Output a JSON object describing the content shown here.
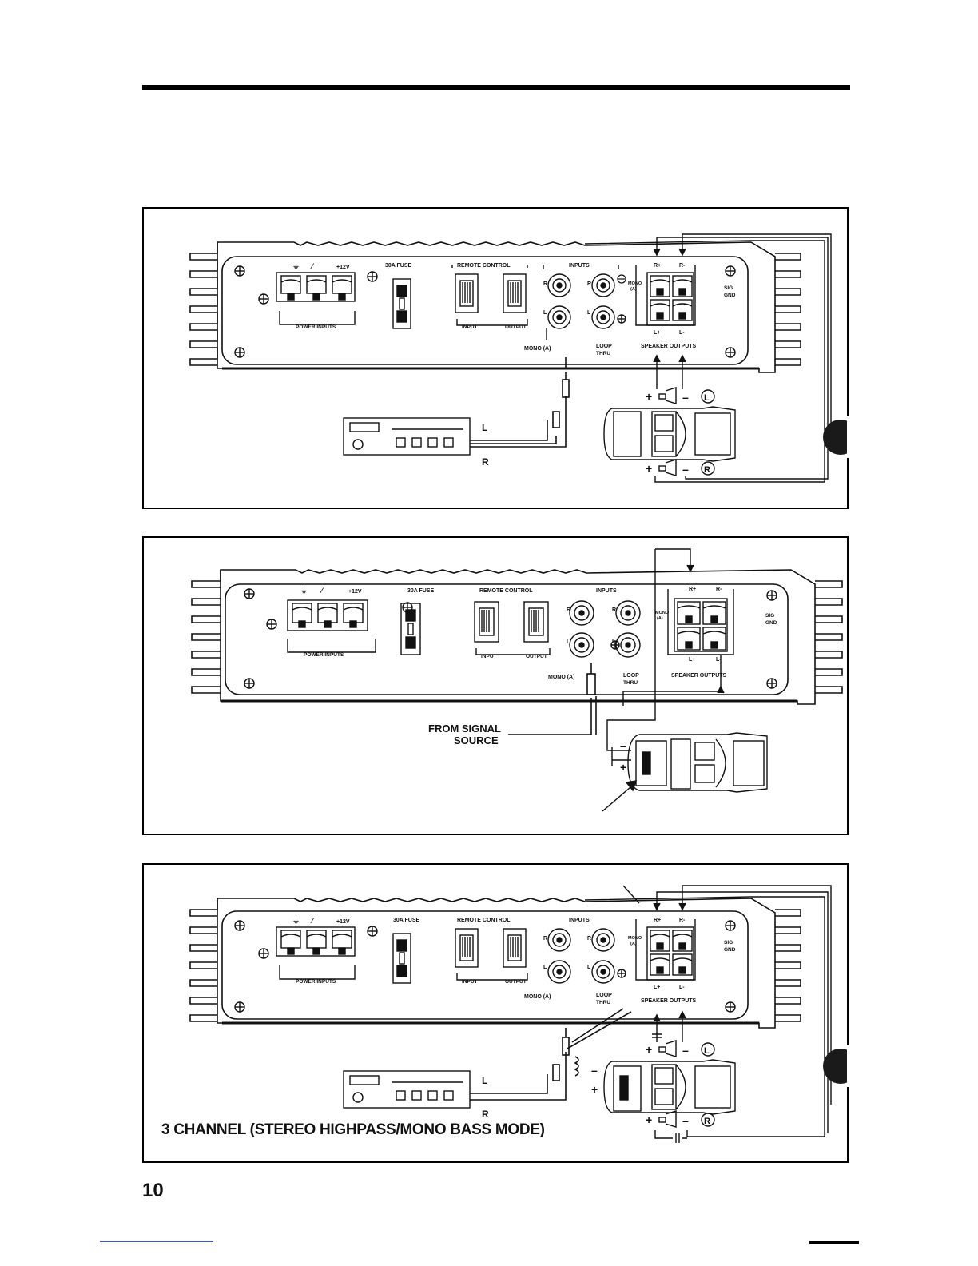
{
  "page_number": "10",
  "amp_labels": {
    "power_inputs": "POWER INPUTS",
    "plus12v": "+12V",
    "fuse": "30A FUSE",
    "remote_control": "REMOTE CONTROL",
    "remote_input": "INPUT",
    "remote_output": "OUTPUT",
    "inputs": "INPUTS",
    "input_r": "R",
    "input_l": "L",
    "mono_a": "MONO (A)",
    "loop": "LOOP",
    "thru": "THRU",
    "mono_switch": "MONO",
    "mono_switch_sub": "(A)",
    "r_plus": "R+",
    "r_minus": "R-",
    "l_plus": "L+",
    "l_minus": "L-",
    "speaker_outputs": "SPEAKER OUTPUTS",
    "sig": "SIG",
    "gnd": "GND"
  },
  "wiring_labels": {
    "head_unit_l": "L",
    "head_unit_r": "R",
    "speaker_left": "L",
    "speaker_right": "R",
    "plus": "+",
    "minus": "–",
    "from_signal": "FROM SIGNAL",
    "source": "SOURCE"
  },
  "panel3_caption": "3 CHANNEL (STEREO HIGHPASS/MONO BASS MODE)"
}
